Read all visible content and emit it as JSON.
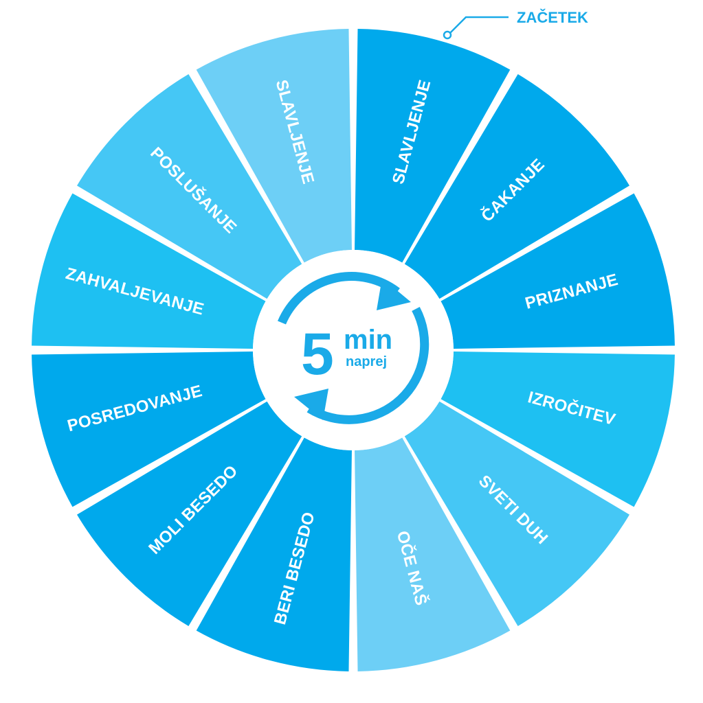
{
  "start": {
    "label": "ZAČETEK"
  },
  "center": {
    "number": "5",
    "unit": "min",
    "sub": "naprej"
  },
  "colors": {
    "dark": "#00a9ec",
    "medium": "#1ec0f2",
    "light": "#45c7f5",
    "pale": "#6dcff6",
    "accent": "#1aaae8"
  },
  "segments": [
    {
      "label": "SLAVLJENJE",
      "color": "#00a9ec"
    },
    {
      "label": "ČAKANJE",
      "color": "#00a9ec"
    },
    {
      "label": "PRIZNANJE",
      "color": "#00a9ec"
    },
    {
      "label": "IZROČITEV",
      "color": "#1ec0f2"
    },
    {
      "label": "SVETI DUH",
      "color": "#45c7f5"
    },
    {
      "label": "OČE NAŠ",
      "color": "#6dcff6"
    },
    {
      "label": "BERI BESEDO",
      "color": "#00a9ec"
    },
    {
      "label": "MOLI BESEDO",
      "color": "#00a9ec"
    },
    {
      "label": "POSREDOVANJE",
      "color": "#00a9ec"
    },
    {
      "label": "ZAHVALJEVANJE",
      "color": "#1ec0f2"
    },
    {
      "label": "POSLUŠANJE",
      "color": "#45c7f5"
    },
    {
      "label": "SLAVLJENJE",
      "color": "#6dcff6"
    }
  ]
}
